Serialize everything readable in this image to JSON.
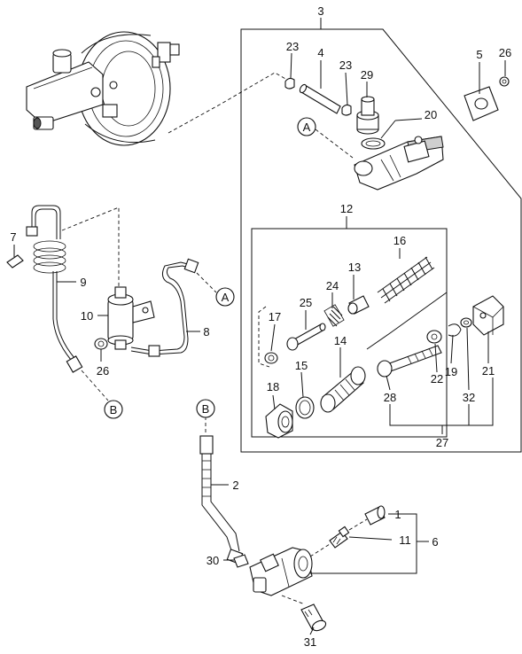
{
  "labels": {
    "c1": "1",
    "c2": "2",
    "c3": "3",
    "c4": "4",
    "c5": "5",
    "c6": "6",
    "c7": "7",
    "c8": "8",
    "c9": "9",
    "c10": "10",
    "c11": "11",
    "c12": "12",
    "c13": "13",
    "c14": "14",
    "c15": "15",
    "c16": "16",
    "c17": "17",
    "c18": "18",
    "c19": "19",
    "c20": "20",
    "c21": "21",
    "c22": "22",
    "c23a": "23",
    "c23b": "23",
    "c24": "24",
    "c25": "25",
    "c26a": "26",
    "c26b": "26",
    "c27": "27",
    "c28": "28",
    "c29": "29",
    "c30": "30",
    "c31": "31",
    "c32": "32"
  },
  "connectors": {
    "a_top": "A",
    "a_mid": "A",
    "b_left": "B",
    "b_mid": "B"
  }
}
